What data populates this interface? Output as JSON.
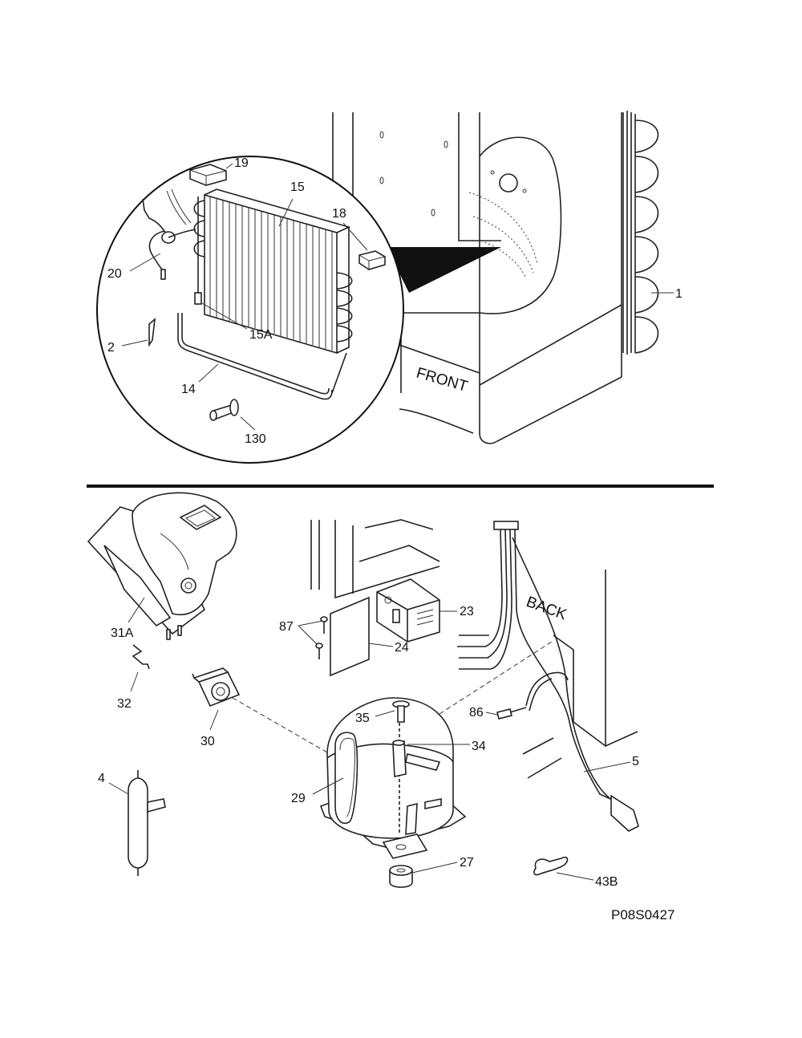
{
  "diagram": {
    "drawing_code": "P08S0427",
    "orientation_labels": {
      "front": "FRONT",
      "back": "BACK"
    },
    "part_labels": {
      "p1": "1",
      "p2": "2",
      "p4": "4",
      "p5": "5",
      "p14": "14",
      "p15": "15",
      "p15a": "15A",
      "p18": "18",
      "p19": "19",
      "p20": "20",
      "p23": "23",
      "p24": "24",
      "p27": "27",
      "p29": "29",
      "p30": "30",
      "p31a": "31A",
      "p32": "32",
      "p34": "34",
      "p35": "35",
      "p43b": "43B",
      "p86": "86",
      "p87": "87",
      "p130": "130"
    }
  }
}
